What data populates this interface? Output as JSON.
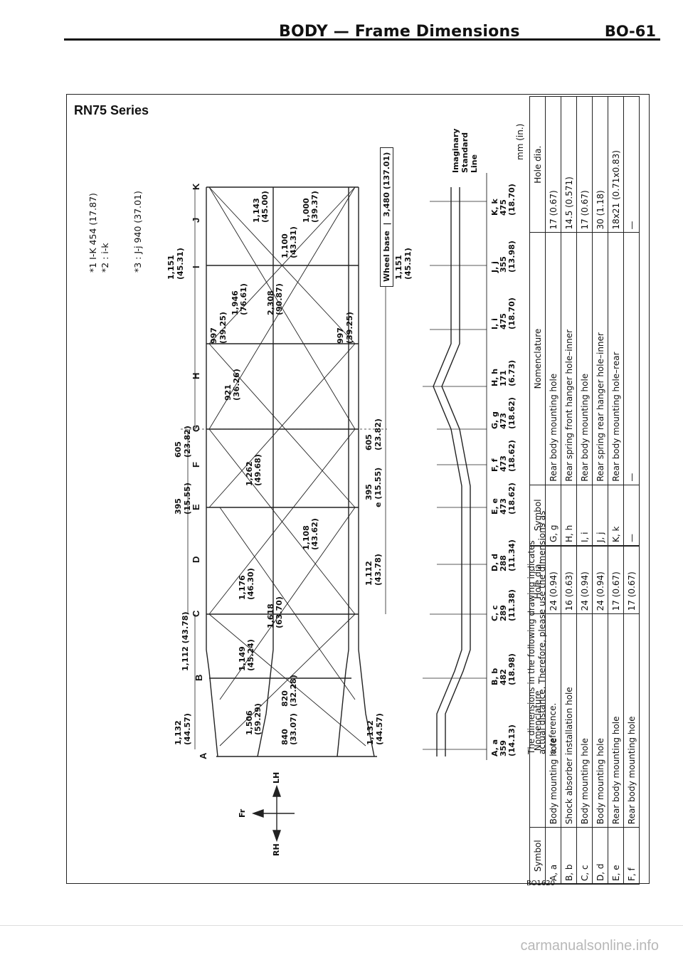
{
  "header": {
    "title": "BODY — Frame Dimensions",
    "page": "BO-61"
  },
  "figure": {
    "series": "RN75 Series",
    "notes": [
      "*1  I-K  454 (17.87)",
      "*2 :  i-k",
      "*3 : J-j  940 (37.01)"
    ],
    "caption": [
      "The dimensions in the following drawing indicates",
      "actual distance. Therefore, please use the dimensions as",
      "a reference."
    ],
    "unit": "mm (in.)",
    "code": "BO1620",
    "direction": {
      "fr": "Fr",
      "rh": "RH",
      "lh": "LH"
    },
    "points_top": [
      "A",
      "B",
      "C",
      "D",
      "E",
      "F",
      "G",
      "H",
      "I",
      "J",
      "K"
    ],
    "top_dims": [
      "1,132",
      "(44.57)",
      "1,112 (43.78)",
      "395",
      "(15.55)",
      "605",
      "(23.82)",
      "1,151",
      "(45.31)",
      "997",
      "(39.25)"
    ],
    "bottom_dims": [
      "1,132",
      "(44.57)",
      "1,112",
      "(43.78)",
      "395",
      "e (15.55)",
      "605",
      "(23.82)",
      "1,151",
      "(45.31)",
      "997",
      "(39.25)"
    ],
    "diagonals": [
      "1,506",
      "(59.29)",
      "840",
      "(33.07)",
      "820",
      "(32.28)",
      "1,149",
      "(45.24)",
      "1,176",
      "(46.30)",
      "1,618",
      "(63.70)",
      "1,108",
      "(43.62)",
      "1,262",
      "(49.68)",
      "921",
      "(36.26)",
      "1,946",
      "(76.61)",
      "2,308",
      "(90.87)",
      "1,100",
      "(43.31)",
      "1,143",
      "(45.00)",
      "1,000",
      "(39.37)"
    ],
    "wheel_base": {
      "label": "Wheel base",
      "value": "3,480 (137.01)"
    },
    "imaginary": [
      "Imaginary",
      "Standard",
      "Line"
    ],
    "heights": [
      {
        "pts": "A, a",
        "mm": "359",
        "in": "(14.13)"
      },
      {
        "pts": "B, b",
        "mm": "482",
        "in": "(18.98)"
      },
      {
        "pts": "C, c",
        "mm": "289",
        "in": "(11.38)"
      },
      {
        "pts": "D, d",
        "mm": "288",
        "in": "(11.34)"
      },
      {
        "pts": "E, e",
        "mm": "473",
        "in": "(18.62)"
      },
      {
        "pts": "F, f",
        "mm": "473",
        "in": "(18.62)"
      },
      {
        "pts": "G, g",
        "mm": "473",
        "in": "(18.62)"
      },
      {
        "pts": "H, h",
        "mm": "171",
        "in": "(6.73)"
      },
      {
        "pts": "I, i",
        "mm": "475",
        "in": "(18.70)"
      },
      {
        "pts": "J, j",
        "mm": "355",
        "in": "(13.98)"
      },
      {
        "pts": "K, k",
        "mm": "475",
        "in": "(18.70)"
      }
    ]
  },
  "table": {
    "headers": [
      "Symbol",
      "Nomenclature",
      "Hole dia."
    ],
    "left_rows": [
      [
        "A, a",
        "Body mounting hole",
        "24 (0.94)"
      ],
      [
        "B, b",
        "Shock absorber installation hole",
        "16 (0.63)"
      ],
      [
        "C, c",
        "Body mounting hole",
        "24 (0.94)"
      ],
      [
        "D, d",
        "Body mounting hole",
        "24 (0.94)"
      ],
      [
        "E, e",
        "Rear body mounting hole",
        "17 (0.67)"
      ],
      [
        "F, f",
        "Rear body mounting hole",
        "17 (0.67)"
      ]
    ],
    "right_rows": [
      [
        "G, g",
        "Rear body mounting hole",
        "17  (0.67)"
      ],
      [
        "H, h",
        "Rear spring front hanger hole–inner",
        "14.5  (0.571)"
      ],
      [
        "I, i",
        "Rear body mounting hole",
        "17  (0.67)"
      ],
      [
        "J, j",
        "Rear spring rear hanger hole–inner",
        "30  (1.18)"
      ],
      [
        "K, k",
        "Rear body mounting hole–rear",
        "18x21 (0.71x0.83)"
      ],
      [
        "—",
        "—",
        "—"
      ]
    ]
  },
  "footer": "carmanualsonline.info"
}
